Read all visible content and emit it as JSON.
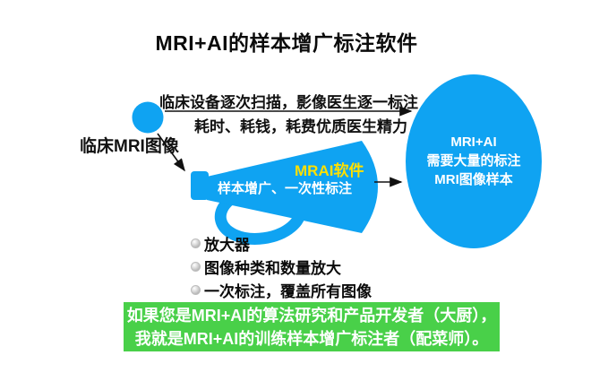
{
  "title": "MRI+AI的样本增广标注软件",
  "colors": {
    "primary_blue": "#0fa3f2",
    "banner_green": "#49d049",
    "accent_yellow": "#ffe000",
    "text_black": "#0b0b0b",
    "text_white": "#ffffff"
  },
  "clinical": {
    "circle_label": "临床MRI图像",
    "process_line1": "临床设备逐次扫描，影像医生逐一标注",
    "process_line2": "耗时、耗钱，耗费优质医生精力"
  },
  "megaphone": {
    "name": "MRAI软件",
    "subtitle": "样本增广、一次性标注"
  },
  "sample_pool": {
    "line1": "MRI+AI",
    "line2": "需要大量的标注",
    "line3": "MRI图像样本"
  },
  "bullets": [
    "放大器",
    "图像种类和数量放大",
    "一次标注，覆盖所有图像"
  ],
  "banner": {
    "line1": "如果您是MRI+AI的算法研究和产品开发者（大厨），",
    "line2": "我就是MRI+AI的训练样本增广标注者（配菜师）。"
  }
}
